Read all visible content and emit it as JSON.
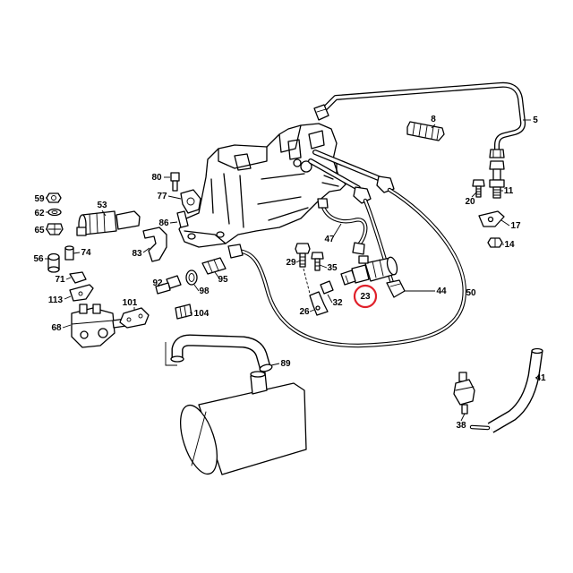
{
  "diagram": {
    "callouts": [
      {
        "label": "8"
      },
      {
        "label": "5"
      },
      {
        "label": "80"
      },
      {
        "label": "77"
      },
      {
        "label": "59"
      },
      {
        "label": "53"
      },
      {
        "label": "62"
      },
      {
        "label": "86"
      },
      {
        "label": "65"
      },
      {
        "label": "83"
      },
      {
        "label": "56"
      },
      {
        "label": "74"
      },
      {
        "label": "71"
      },
      {
        "label": "113"
      },
      {
        "label": "68"
      },
      {
        "label": "101"
      },
      {
        "label": "92"
      },
      {
        "label": "104"
      },
      {
        "label": "98"
      },
      {
        "label": "95"
      },
      {
        "label": "29"
      },
      {
        "label": "35"
      },
      {
        "label": "47"
      },
      {
        "label": "20"
      },
      {
        "label": "11"
      },
      {
        "label": "17"
      },
      {
        "label": "14"
      },
      {
        "label": "23",
        "highlighted": true
      },
      {
        "label": "44"
      },
      {
        "label": "50"
      },
      {
        "label": "32"
      },
      {
        "label": "26"
      },
      {
        "label": "89"
      },
      {
        "label": "41"
      },
      {
        "label": "38"
      }
    ],
    "colors": {
      "line": "#000000",
      "background": "#ffffff",
      "highlight": "#e0202a"
    }
  }
}
